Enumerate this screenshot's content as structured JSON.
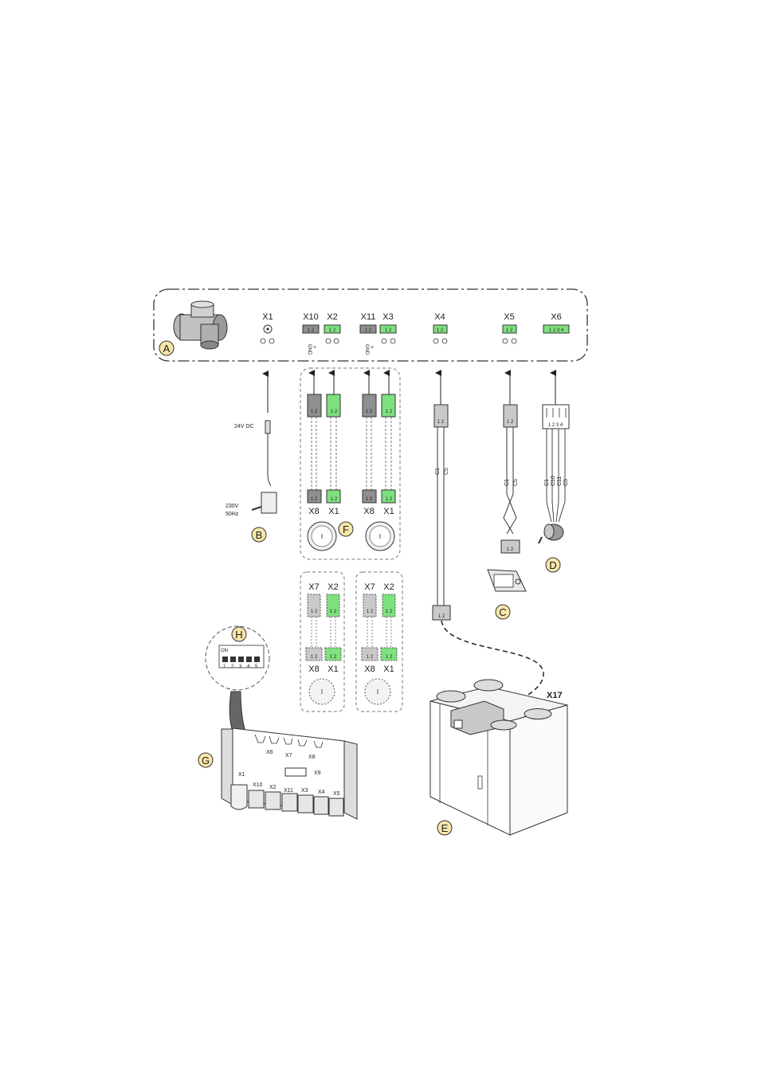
{
  "colors": {
    "green": "#7ee07e",
    "grey": "#8f8f8f",
    "light_grey": "#c9c9c9",
    "tag_fill": "#f6e6a8",
    "line": "#222222"
  },
  "icons": [
    "valve-icon",
    "power-adapter-icon",
    "control-panel-icon",
    "sensor-icon",
    "potentiometer-icon",
    "dip-switch-icon",
    "circuit-board-icon",
    "ventilation-unit-icon",
    "arrow-icon"
  ],
  "tags": {
    "a": "A",
    "b": "B",
    "c": "C",
    "d": "D",
    "e": "E",
    "f": "F",
    "g": "G",
    "h": "H"
  },
  "box_a": {
    "x1": {
      "label": "X1"
    },
    "x10": {
      "label": "X10",
      "pins": "1 2",
      "gnd": "GND",
      "plus": "+"
    },
    "x2": {
      "label": "X2",
      "pins": "1 2"
    },
    "x11": {
      "label": "X11",
      "pins": "1 2",
      "gnd": "GND",
      "plus": "+"
    },
    "x3": {
      "label": "X3",
      "pins": "1 2"
    },
    "x4": {
      "label": "X4",
      "pins": "1 2"
    },
    "x5": {
      "label": "X5",
      "pins": "1 2"
    },
    "x6": {
      "label": "X6",
      "pins": "1 2 3 4"
    }
  },
  "power": {
    "dc": "24V DC",
    "ac_voltage": "230V",
    "ac_freq": "50Hz"
  },
  "group_f": {
    "left": {
      "c1": "X8",
      "c2": "X1",
      "pins": "1 2"
    },
    "right": {
      "c1": "X8",
      "c2": "X1",
      "pins": "1 2"
    }
  },
  "group_lower": {
    "left": {
      "top1": "X7",
      "top2": "X2",
      "bottom1": "X8",
      "bottom2": "X1",
      "pins": "1 2"
    },
    "right": {
      "top1": "X7",
      "top2": "X2",
      "bottom1": "X8",
      "bottom2": "X1",
      "pins": "1 2"
    }
  },
  "cable_x4": {
    "wire1": "C1",
    "wire2": "C5",
    "pins": "1 2"
  },
  "cable_x5": {
    "wire1": "C1",
    "wire2": "C5",
    "pins": "1 2"
  },
  "cable_x6": {
    "wires": [
      "C1",
      "C10",
      "C11",
      "C5"
    ],
    "pins": "1 2 3 4"
  },
  "unit_e": {
    "connector": "X17"
  },
  "dip_h": {
    "on": "ON",
    "numbers": [
      "1",
      "2",
      "3",
      "4",
      "5"
    ]
  },
  "board_g": {
    "labels": {
      "x6": "X6",
      "x7": "X7",
      "x8": "X8",
      "x9": "X9",
      "x1": "X1",
      "x10": "X10",
      "x2": "X2",
      "x11": "X11",
      "x3": "X3",
      "x4": "X4",
      "x5": "X5"
    }
  }
}
